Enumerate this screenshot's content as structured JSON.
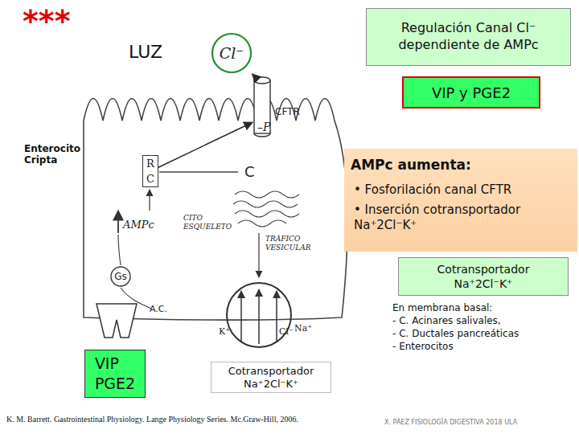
{
  "diagram": {
    "nodes": [
      {
        "text": [
          "Regulación Canal Cl⁻ dependiente de AMPc"
        ]
      },
      {
        "text": [
          "VIP y PGE2"
        ]
      },
      {
        "text": [
          "Cl⁻"
        ]
      },
      {
        "text": [
          "CFTR"
        ]
      },
      {
        "text": [
          "R",
          "C"
        ]
      },
      {
        "text": [
          "AMPc aumenta:",
          "• Fosforilación canal CFTR",
          "• Inserción cotransportador Na⁺2Cl⁻K⁺"
        ]
      },
      {
        "text": [
          "Cotransportador Na⁺2Cl⁻K⁺"
        ]
      },
      {
        "text": [
          "Gs"
        ]
      },
      {
        "text": [
          "VIP PGE2"
        ]
      }
    ],
    "edges": [
      {
        "from": 4,
        "to": 3,
        "arrow": "to"
      },
      {
        "from": 3,
        "to": 2,
        "arrow": "to"
      }
    ],
    "labels": [
      "***",
      "LUZ",
      "–P",
      "Enterocito Cripta",
      "C",
      "AMPc",
      "CITO ESQUELETO",
      "TRÁFICO VESICULAR",
      "A.C.",
      "K⁺",
      "Cl⁻",
      "Na⁺",
      "Cotransportador Na⁺2Cl⁻K⁺",
      "En membrana basal:",
      "- C. Acinares salivales,",
      "- C. Ductales pancreáticas",
      "- Enterocitos",
      "K. M. Barrett. Gastrointestinal Physiology. Lange Physiology Series. Mc.Graw-Hill, 2006.",
      "X. PÁEZ FISIOLOGÍA DIGESTIVA 2018 ULA"
    ]
  }
}
